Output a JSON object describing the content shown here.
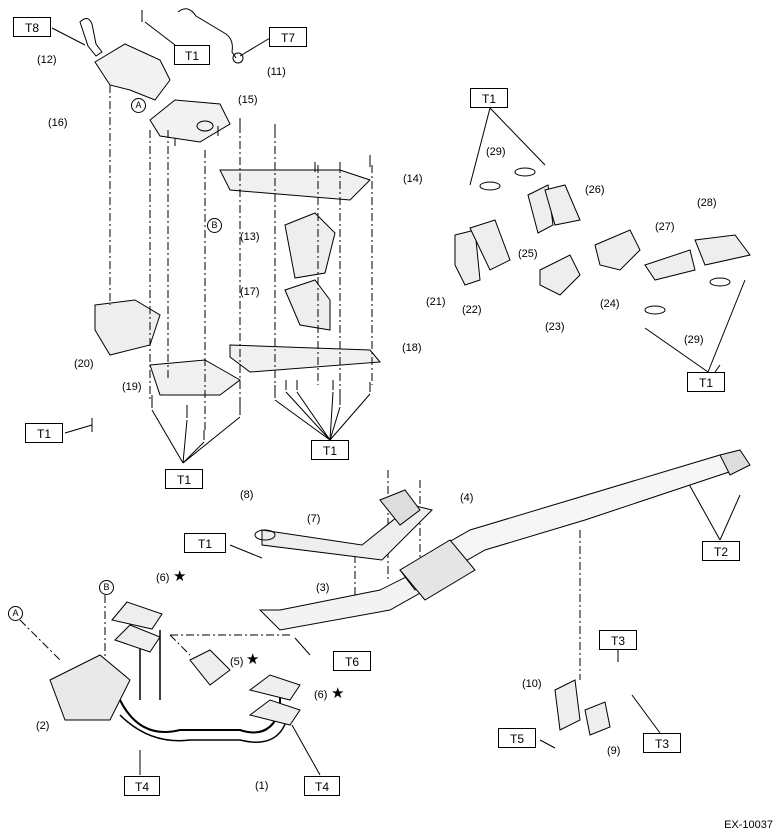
{
  "figure_code": "EX-10037",
  "torque_boxes": {
    "t8_top": "T8",
    "t1_top": "T1",
    "t7_top": "T7",
    "t1_right_top": "T1",
    "t1_left": "T1",
    "t1_mid_left": "T1",
    "t1_mid_right": "T1",
    "t1_right_bottom": "T1",
    "t1_front": "T1",
    "t6": "T6",
    "t2": "T2",
    "t3_top": "T3",
    "t3_bottom": "T3",
    "t5": "T5",
    "t4_left": "T4",
    "t4_right": "T4"
  },
  "part_labels": {
    "p1": "(1)",
    "p2": "(2)",
    "p3": "(3)",
    "p4": "(4)",
    "p5": "(5)",
    "p6a": "(6)",
    "p6b": "(6)",
    "p7": "(7)",
    "p8": "(8)",
    "p9": "(9)",
    "p10": "(10)",
    "p11": "(11)",
    "p12": "(12)",
    "p13": "(13)",
    "p14": "(14)",
    "p15": "(15)",
    "p16": "(16)",
    "p17": "(17)",
    "p18": "(18)",
    "p19": "(19)",
    "p20": "(20)",
    "p21": "(21)",
    "p22": "(22)",
    "p23": "(23)",
    "p24": "(24)",
    "p25": "(25)",
    "p26": "(26)",
    "p27": "(27)",
    "p28": "(28)",
    "p29a": "(29)",
    "p29b": "(29)"
  },
  "reference_marks": {
    "a1": "A",
    "b1": "B",
    "a2": "A",
    "b2": "B"
  },
  "star_symbol": "★"
}
